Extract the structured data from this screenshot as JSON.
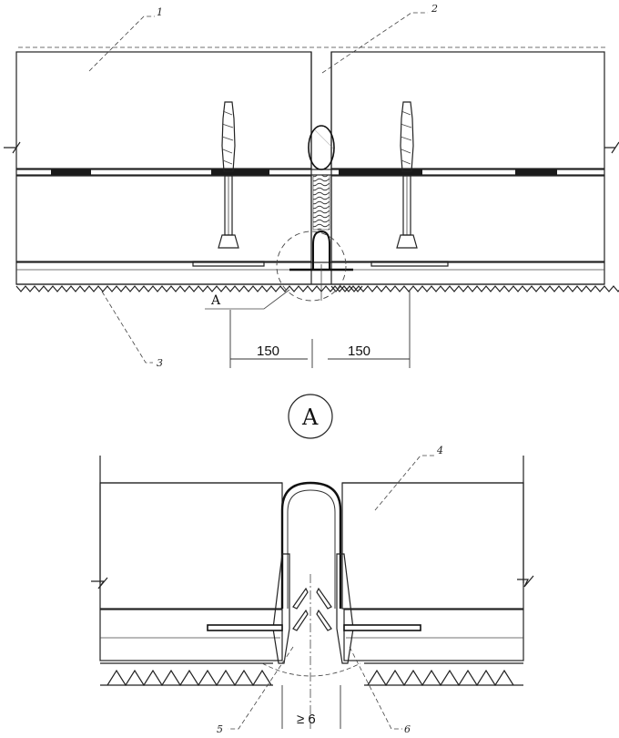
{
  "callouts": [
    "1",
    "2",
    "3",
    "4",
    "5",
    "6"
  ],
  "detail_marker": "A",
  "detail_title": "A",
  "dimensions": {
    "left_width": "150",
    "right_width": "150",
    "gap_min": "≥ 6"
  },
  "colors": {
    "ink": "#222222",
    "background": "#ffffff",
    "seal_strip": "#1a1a1a"
  }
}
